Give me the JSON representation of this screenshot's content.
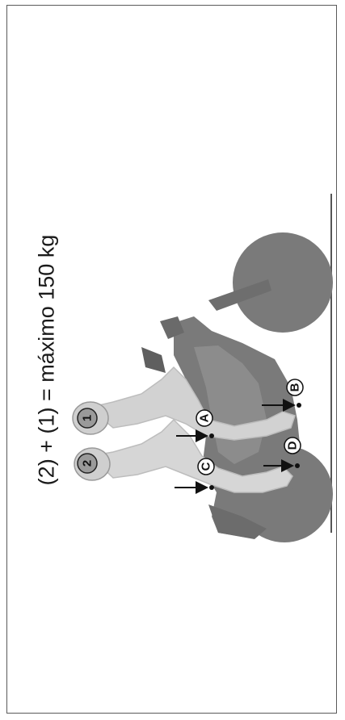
{
  "caption": "(2) + (1) = máximo 150 kg",
  "riders": {
    "front_number": "1",
    "rear_number": "2"
  },
  "points": {
    "a": "A",
    "b": "B",
    "c": "C",
    "d": "D"
  },
  "colors": {
    "frame": "#5a5a5a",
    "body_dark": "#7a7a7a",
    "rider_light": "#d2d2d2",
    "ink": "#1a1a1a"
  }
}
